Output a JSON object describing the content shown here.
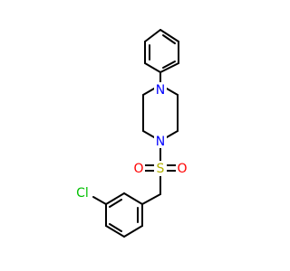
{
  "molecule": {
    "atoms": {
      "n_top": {
        "label": "N",
        "color": "#0000ff"
      },
      "n_bottom": {
        "label": "N",
        "color": "#0000ff"
      },
      "sulfur": {
        "label": "S",
        "color": "#b2b200"
      },
      "oxygen_left": {
        "label": "O",
        "color": "#ff0000"
      },
      "oxygen_right": {
        "label": "O",
        "color": "#ff0000"
      },
      "chlorine": {
        "label": "Cl",
        "color": "#00c000"
      }
    }
  }
}
